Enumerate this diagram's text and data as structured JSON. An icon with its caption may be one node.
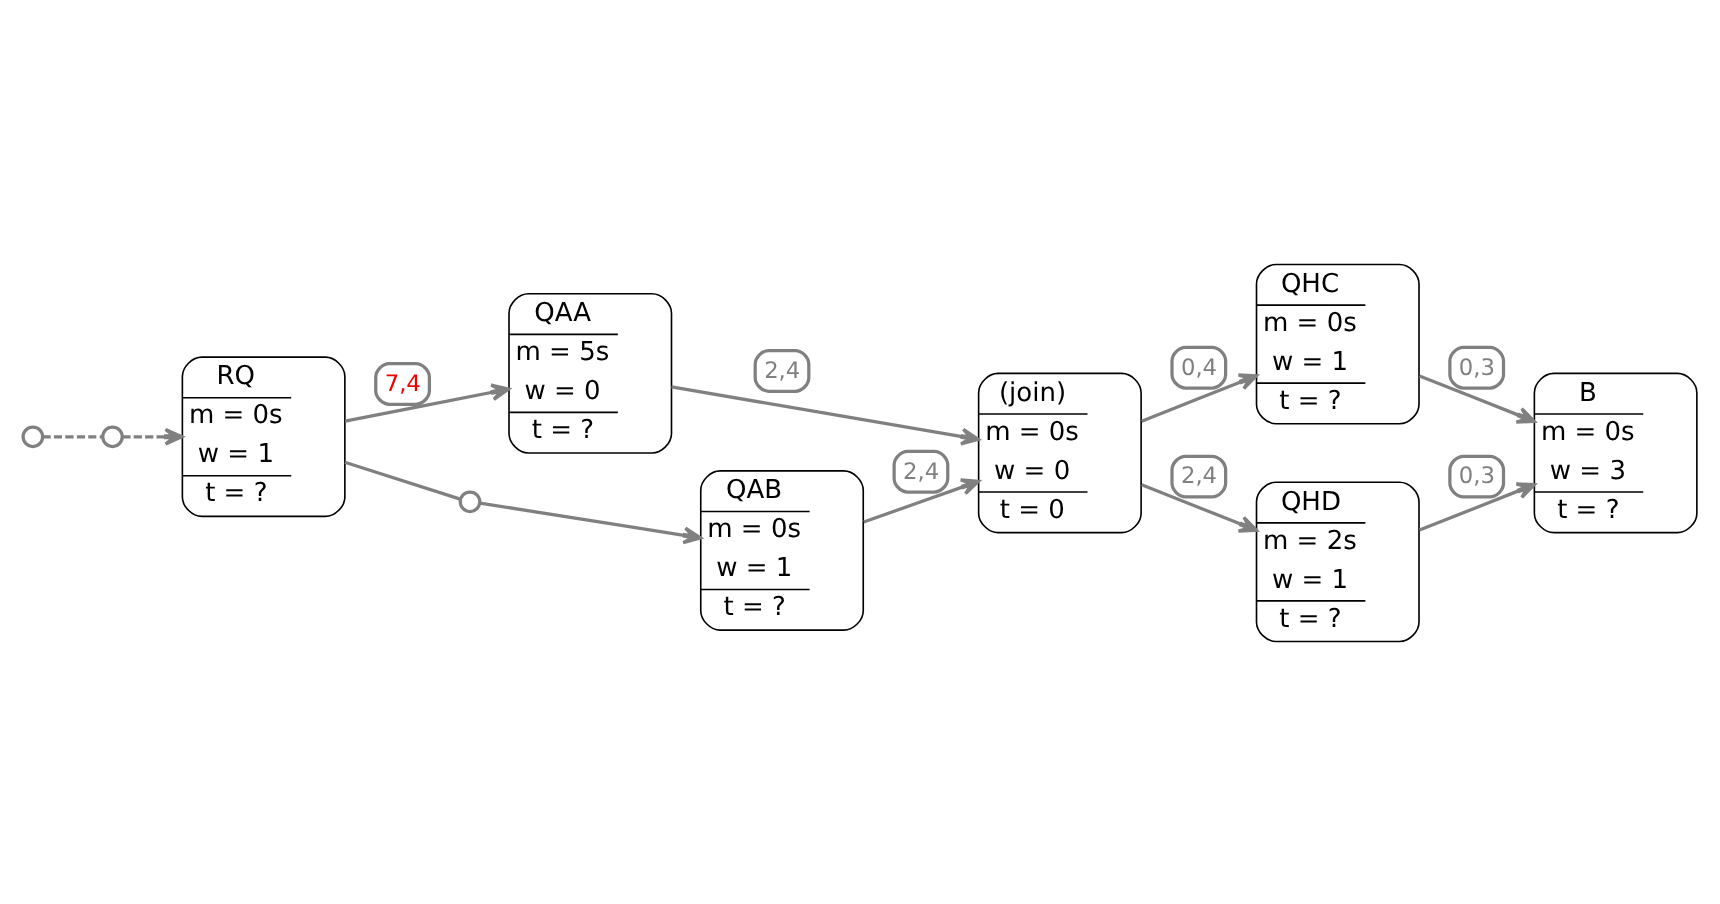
{
  "diagram": {
    "nodes": [
      {
        "text": [],
        "shape": "circle"
      },
      {
        "text": [],
        "shape": "circle"
      },
      {
        "text": [
          "RQ",
          "m = 0s",
          "w = 1",
          "t = ?"
        ]
      },
      {
        "text": [
          "QAA",
          "m = 5s",
          "w = 0",
          "t = ?"
        ]
      },
      {
        "text": [],
        "shape": "circle"
      },
      {
        "text": [
          "QAB",
          "m = 0s",
          "w = 1",
          "t = ?"
        ]
      },
      {
        "text": [
          "(join)",
          "m = 0s",
          "w = 0",
          "t = 0"
        ]
      },
      {
        "text": [
          "QHC",
          "m = 0s",
          "w = 1",
          "t = ?"
        ]
      },
      {
        "text": [
          "QHD",
          "m = 2s",
          "w = 1",
          "t = ?"
        ]
      },
      {
        "text": [
          "B",
          "m = 0s",
          "w = 3",
          "t = ?"
        ]
      }
    ],
    "edges": [
      {
        "from": 0,
        "to": 1,
        "arrow": "none",
        "style": "dashed"
      },
      {
        "from": 1,
        "to": 2,
        "arrow": "to",
        "style": "dashed"
      },
      {
        "from": 2,
        "to": 3,
        "arrow": "to",
        "label": "7,4"
      },
      {
        "from": 2,
        "to": 4,
        "arrow": "none"
      },
      {
        "from": 4,
        "to": 5,
        "arrow": "to"
      },
      {
        "from": 3,
        "to": 6,
        "arrow": "to",
        "label": "2,4"
      },
      {
        "from": 5,
        "to": 6,
        "arrow": "to",
        "label": "2,4"
      },
      {
        "from": 6,
        "to": 7,
        "arrow": "to",
        "label": "0,4"
      },
      {
        "from": 6,
        "to": 8,
        "arrow": "to",
        "label": "2,4"
      },
      {
        "from": 7,
        "to": 9,
        "arrow": "to",
        "label": "0,3"
      },
      {
        "from": 8,
        "to": 9,
        "arrow": "to",
        "label": "0,3"
      }
    ]
  }
}
